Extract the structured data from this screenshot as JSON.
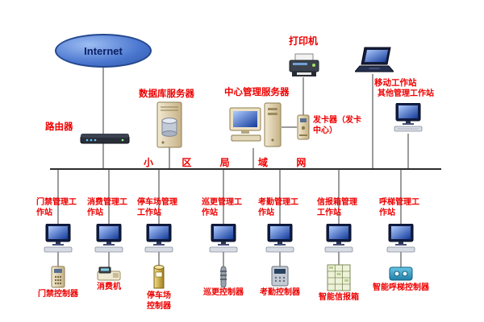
{
  "diagram": {
    "internet": "Internet",
    "printer": "打印机",
    "mobile_workstation": "移动工作站",
    "other_workstation": "其他管理工作站",
    "database_server": "数据库服务器",
    "center_server": "中心管理服务器",
    "card_issuer": "发卡器（发卡中心）",
    "router": "路由器",
    "lan_bus": "小 区 局 域 网"
  },
  "columns": [
    {
      "station": "门禁管理工作站",
      "device": "门禁控制器"
    },
    {
      "station": "消费管理工作站",
      "device": "消费机"
    },
    {
      "station": "停车场管理工作站",
      "device": "停车场控制器"
    },
    {
      "station": "巡更管理工作站",
      "device": "巡更控制器"
    },
    {
      "station": "考勤管理工作站",
      "device": "考勤控制器"
    },
    {
      "station": "信报箱管理工作站",
      "device": "智能信报箱"
    },
    {
      "station": "呼梯管理工作站",
      "device": "智能呼梯控制器"
    }
  ],
  "colors": {
    "label_red": "#ee0000",
    "line": "#3a3a3a",
    "internet_blue": "#4a76cf",
    "screen_blue": "#123a9a",
    "server_tan": "#e6d9b8",
    "parking_gold": "#c9a53a",
    "elevator_teal": "#3fa9c9"
  }
}
